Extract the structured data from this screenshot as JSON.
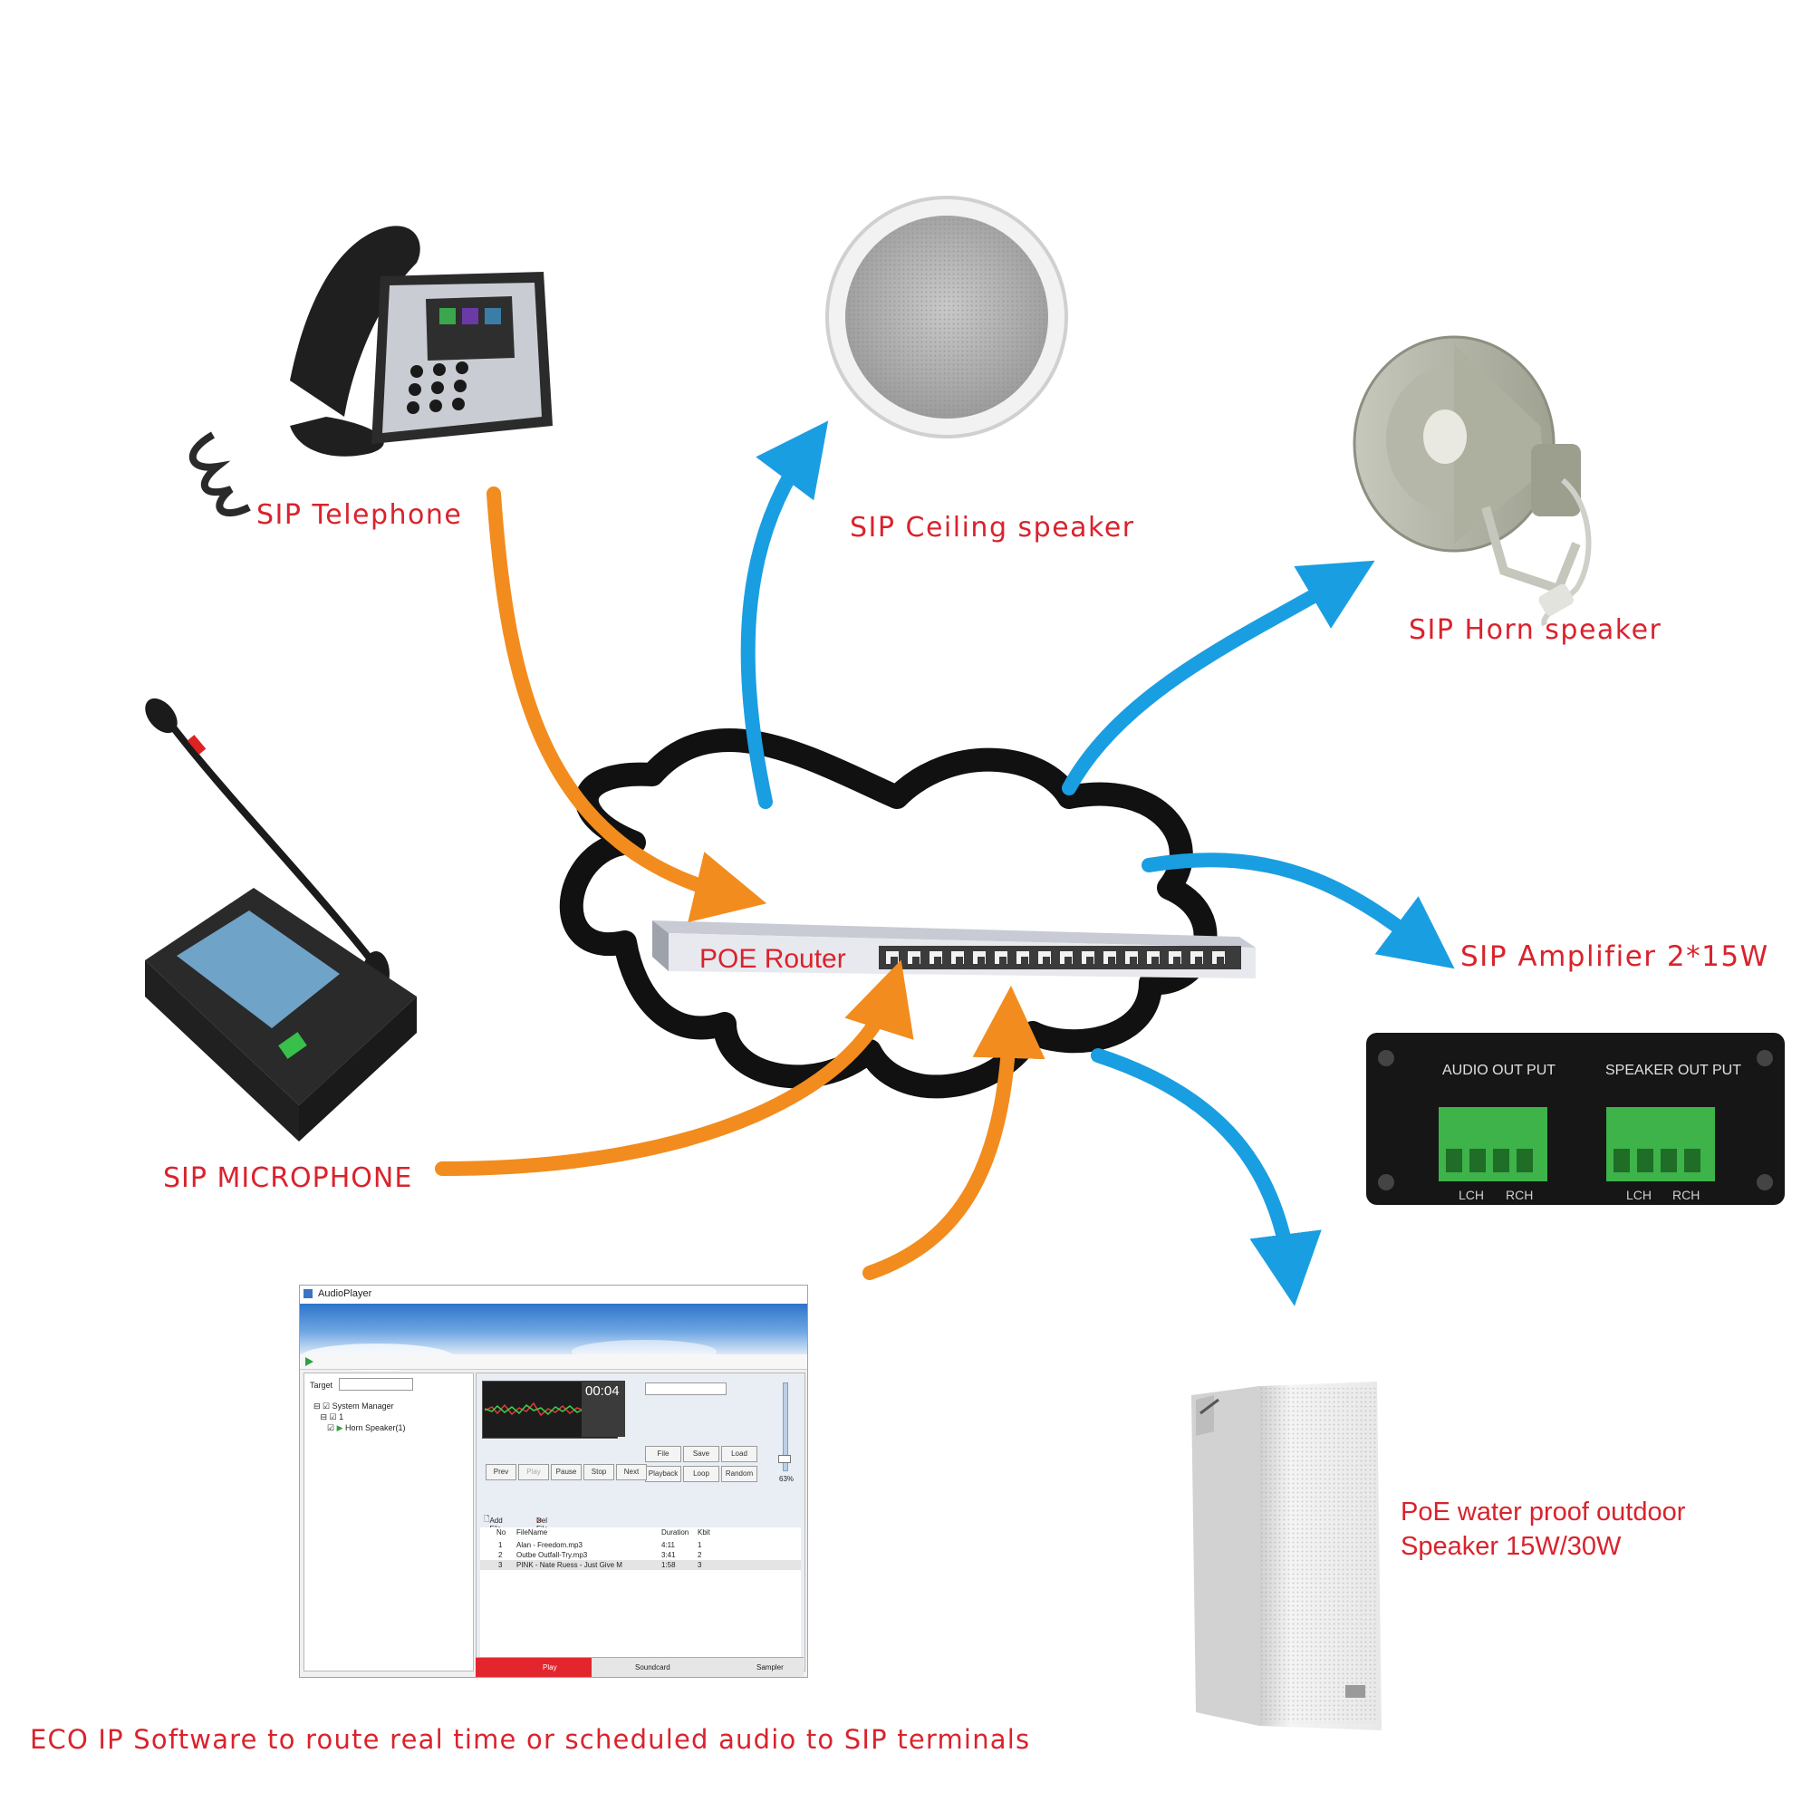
{
  "labels": {
    "sip_telephone": "SIP Telephone",
    "sip_ceiling_speaker": "SIP Ceiling speaker",
    "sip_horn_speaker": "SIP Horn speaker",
    "sip_microphone": "SIP MICROPHONE",
    "sip_amplifier": "SIP Amplifier 2*15W",
    "poe_router": "POE Router",
    "outdoor_speaker_line1": "PoE water proof outdoor",
    "outdoor_speaker_line2": "Speaker 15W/30W",
    "eco_software": "ECO IP Software to route real time or scheduled audio to SIP terminals"
  },
  "amplifier": {
    "audio_out": "AUDIO OUT PUT",
    "speaker_out": "SPEAKER OUT PUT",
    "lch_1": "LCH",
    "rch_1": "RCH",
    "lch_2": "LCH",
    "rch_2": "RCH"
  },
  "software": {
    "title": "AudioPlayer",
    "target_label": "Target",
    "tree_root": "System Manager",
    "tree_child": "1",
    "tree_leaf": "Horn Speaker(1)",
    "time": "00:04",
    "buttons": {
      "prev": "Prev",
      "play": "Play",
      "pause": "Pause",
      "stop": "Stop",
      "next": "Next",
      "file": "File",
      "save": "Save",
      "load": "Load",
      "playback": "Playback",
      "loop": "Loop",
      "random": "Random"
    },
    "volume_pct": "63%",
    "add_file": "Add File",
    "del_file": "Del File",
    "columns": [
      "No",
      "FileName",
      "Duration",
      "Kbit"
    ],
    "rows": [
      [
        "1",
        "Alan - Freedom.mp3",
        "4:11",
        "1"
      ],
      [
        "2",
        "Outbe Outfall-Try.mp3",
        "3:41",
        "2"
      ],
      [
        "3",
        "PINK - Nate Ruess - Just Give M",
        "1:58",
        "3"
      ]
    ],
    "bottom_play": "Play",
    "bottom_soundcard": "Soundcard",
    "bottom_sampler": "Sampler"
  },
  "colors": {
    "label_red": "#d9232d",
    "arrow_orange": "#f28c1e",
    "arrow_blue": "#1a9ee2",
    "cloud_outline": "#111111"
  }
}
